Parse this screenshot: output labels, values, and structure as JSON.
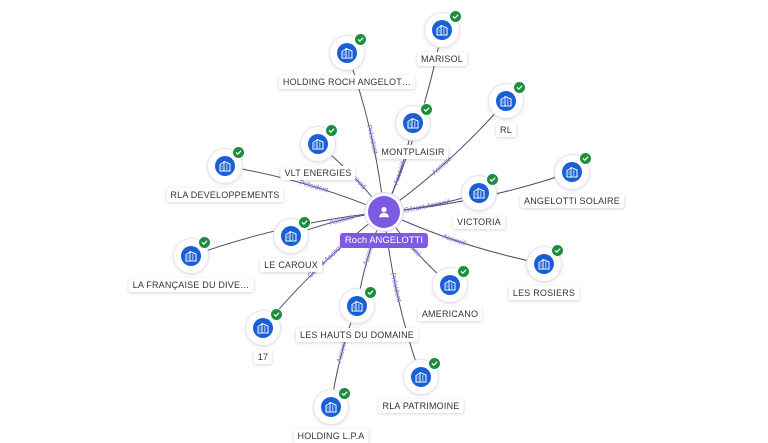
{
  "center": {
    "id": "roch",
    "label": "Roch ANGELOTTI",
    "icon": "person-icon",
    "color": "#7d5ae0"
  },
  "colors": {
    "company_icon": "#1a5fd6",
    "status_badge": "#1e8e3e",
    "edge": "#4a5068",
    "edge_label": "#7b63d6"
  },
  "nodes": [
    {
      "id": "marisol",
      "label": "MARISOL",
      "icon": "company-building-icon",
      "status": "active"
    },
    {
      "id": "holding_roch",
      "label": "HOLDING ROCH ANGELOT…",
      "icon": "company-building-icon",
      "status": "active"
    },
    {
      "id": "rl",
      "label": "RL",
      "icon": "company-building-icon",
      "status": "active"
    },
    {
      "id": "montplaisir",
      "label": "MONTPLAISIR",
      "icon": "company-building-icon",
      "status": "active"
    },
    {
      "id": "vlt",
      "label": "VLT ENERGIES",
      "icon": "company-building-icon",
      "status": "active"
    },
    {
      "id": "rla_dev",
      "label": "RLA DEVELOPPEMENTS",
      "icon": "company-building-icon",
      "status": "active"
    },
    {
      "id": "angelotti_solaire",
      "label": "ANGELOTTI SOLAIRE",
      "icon": "company-building-icon",
      "status": "active"
    },
    {
      "id": "victoria",
      "label": "VICTORIA",
      "icon": "company-building-icon",
      "status": "active"
    },
    {
      "id": "le_caroux",
      "label": "LE CAROUX",
      "icon": "company-building-icon",
      "status": "active"
    },
    {
      "id": "la_francaise",
      "label": "LA FRANÇAISE DU DIVE…",
      "icon": "company-building-icon",
      "status": "active"
    },
    {
      "id": "les_rosiers",
      "label": "LES ROSIERS",
      "icon": "company-building-icon",
      "status": "active"
    },
    {
      "id": "americano",
      "label": "AMERICANO",
      "icon": "company-building-icon",
      "status": "active"
    },
    {
      "id": "les_hauts",
      "label": "LES HAUTS DU DOMAINE",
      "icon": "company-building-icon",
      "status": "active"
    },
    {
      "id": "n17",
      "label": "17",
      "icon": "company-building-icon",
      "status": "active"
    },
    {
      "id": "rla_patrimoine",
      "label": "RLA PATRIMOINE",
      "icon": "company-building-icon",
      "status": "active"
    },
    {
      "id": "holding_lpa",
      "label": "HOLDING L.P.A",
      "icon": "company-building-icon",
      "status": "active"
    }
  ],
  "edges": [
    {
      "from": "roch",
      "to": "marisol",
      "label": ""
    },
    {
      "from": "roch",
      "to": "holding_roch",
      "label": "Président"
    },
    {
      "from": "roch",
      "to": "rl",
      "label": "Associé"
    },
    {
      "from": "roch",
      "to": "montplaisir",
      "label": "Associé"
    },
    {
      "from": "roch",
      "to": "vlt",
      "label": "Associé"
    },
    {
      "from": "roch",
      "to": "rla_dev",
      "label": "Président"
    },
    {
      "from": "roch",
      "to": "angelotti_solaire",
      "label": ""
    },
    {
      "from": "roch",
      "to": "victoria",
      "label": "Gérant Associé"
    },
    {
      "from": "roch",
      "to": "le_caroux",
      "label": "Associé"
    },
    {
      "from": "roch",
      "to": "la_francaise",
      "label": "Directeur"
    },
    {
      "from": "roch",
      "to": "les_rosiers",
      "label": "Associé"
    },
    {
      "from": "roch",
      "to": "americano",
      "label": "Associé"
    },
    {
      "from": "roch",
      "to": "les_hauts",
      "label": "Associé"
    },
    {
      "from": "roch",
      "to": "n17",
      "label": "Gérant Associé"
    },
    {
      "from": "roch",
      "to": "rla_patrimoine",
      "label": "Président"
    },
    {
      "from": "les_hauts",
      "to": "holding_lpa",
      "label": "Associé"
    }
  ]
}
